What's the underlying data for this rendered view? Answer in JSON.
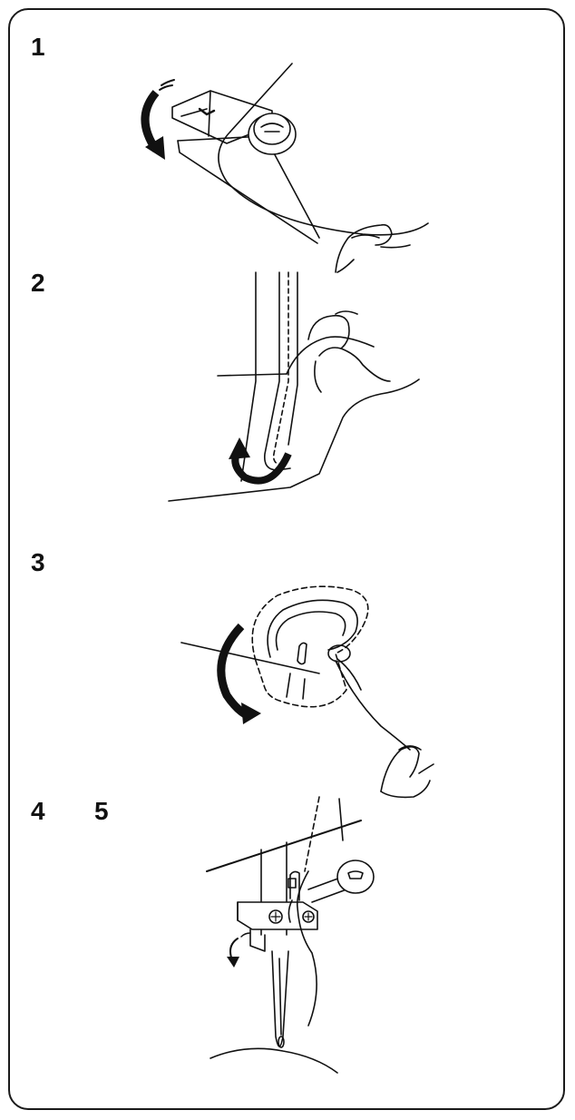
{
  "steps": [
    {
      "number": "1"
    },
    {
      "number": "2"
    },
    {
      "number": "3"
    },
    {
      "number": "4"
    },
    {
      "number": "5"
    }
  ],
  "colors": {
    "ink": "#111111",
    "background": "#ffffff"
  },
  "icons": {
    "step1": "thread-guide-arrow-icon",
    "step2": "thread-channel-arrow-icon",
    "step3": "take-up-lever-arrow-icon",
    "step45": "needle-bar-guide-arrow-icon"
  }
}
